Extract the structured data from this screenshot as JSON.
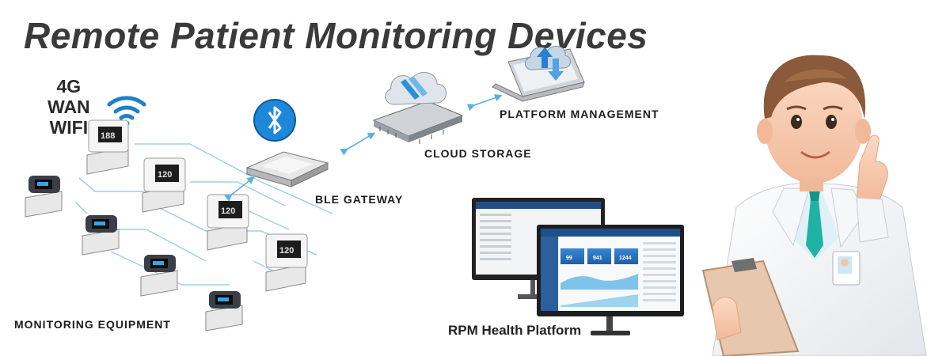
{
  "title": "Remote Patient Monitoring Devices",
  "network": {
    "line1": "4G",
    "line2": "WAN",
    "line3": "WIFI"
  },
  "labels": {
    "monitoring": "MONITORING EQUIPMENT",
    "gateway": "BLE GATEWAY",
    "cloud": "CLOUD STORAGE",
    "platform_mgmt": "PLATFORM MANAGEMENT",
    "rpm_platform": "RPM Health Platform"
  },
  "icons": [
    "wifi-icon",
    "bluetooth-icon",
    "cloud-upload-icon",
    "chip-icon",
    "laptop-icon",
    "monitor-icon",
    "doctor-illustration"
  ],
  "colors": {
    "accent": "#2a90d8",
    "line": "#7fc3e0",
    "title": "#3a3a3a"
  },
  "dashboard": {
    "stat1": "99",
    "stat2": "941",
    "stat3": "1244"
  }
}
